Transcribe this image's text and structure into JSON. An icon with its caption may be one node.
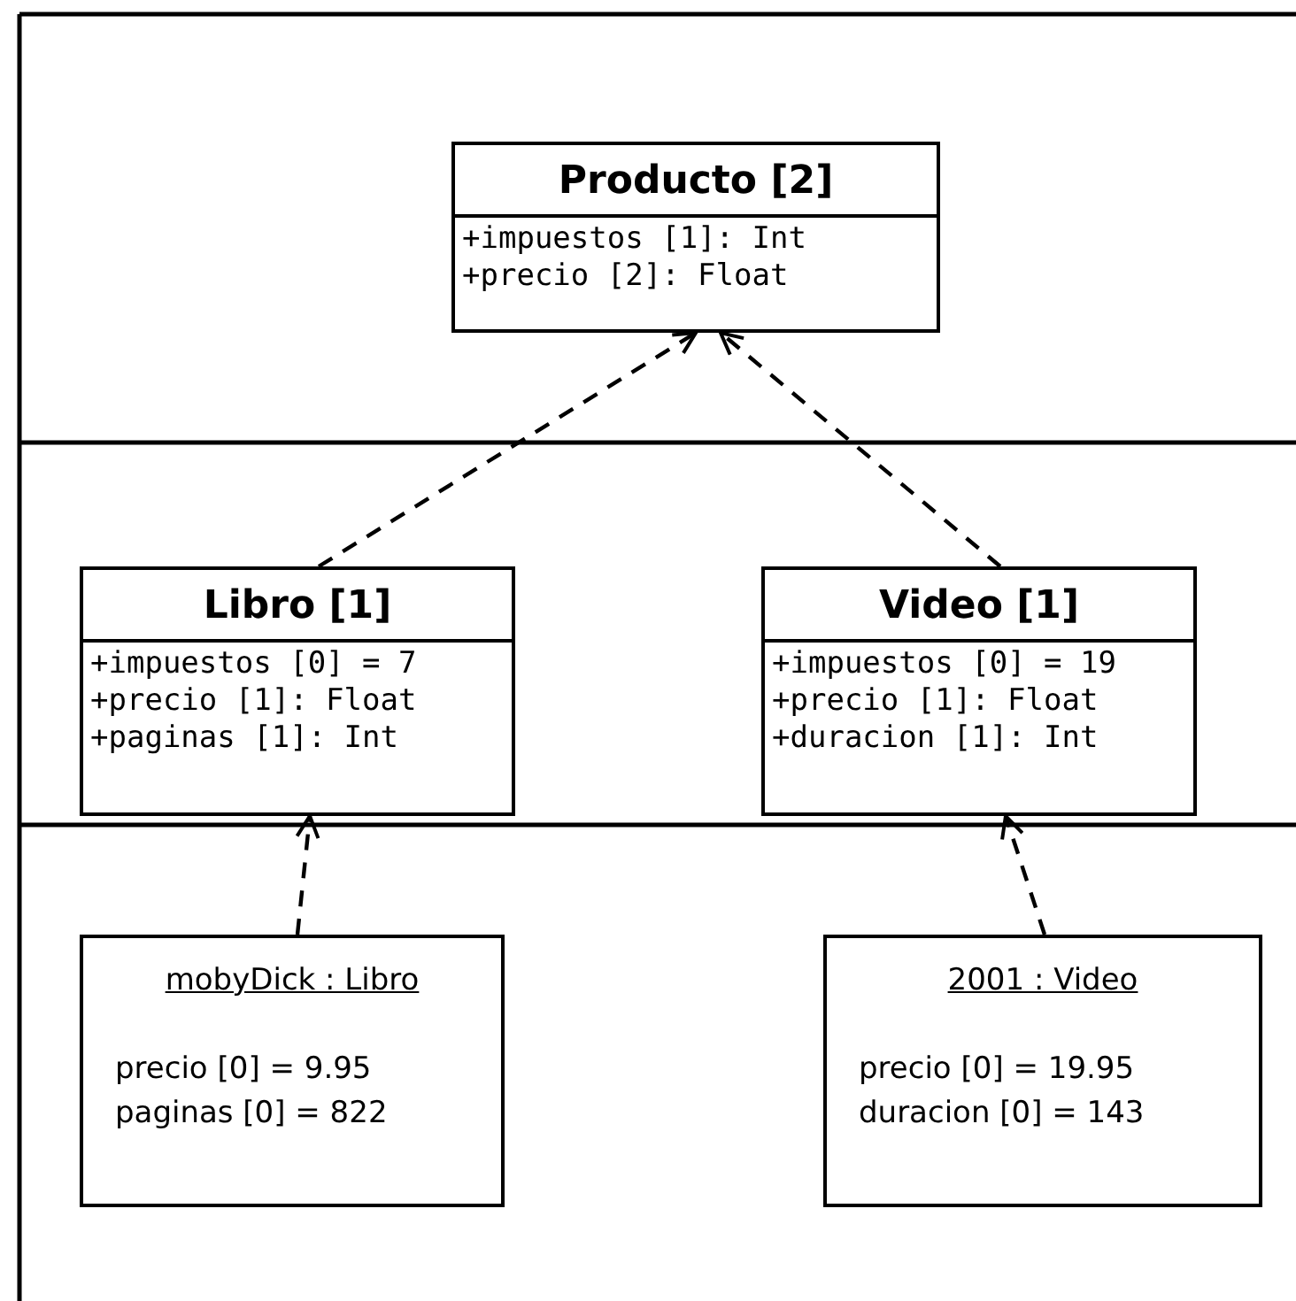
{
  "diagram": {
    "nodes": [
      {
        "text": [
          "Producto [2]",
          "+impuestos [1]: Int",
          "+precio [2]: Float"
        ]
      },
      {
        "text": [
          "Libro [1]",
          "+impuestos [0] = 7",
          "+precio [1]: Float",
          "+paginas [1]: Int"
        ]
      },
      {
        "text": [
          "Video [1]",
          "+impuestos [0] = 19",
          "+precio [1]: Float",
          "+duracion [1]: Int"
        ]
      },
      {
        "text": [
          "mobyDick : Libro",
          "precio [0] = 9.95",
          "paginas [0] = 822"
        ]
      },
      {
        "text": [
          "2001 : Video",
          "precio [0] = 19.95",
          "duracion [0] = 143"
        ]
      }
    ],
    "edges": [
      {
        "from": 1,
        "to": 0,
        "arrow": "to",
        "style": "dashed"
      },
      {
        "from": 2,
        "to": 0,
        "arrow": "to",
        "style": "dashed"
      },
      {
        "from": 3,
        "to": 1,
        "arrow": "to",
        "style": "dashed"
      },
      {
        "from": 4,
        "to": 2,
        "arrow": "to",
        "style": "dashed"
      }
    ]
  }
}
